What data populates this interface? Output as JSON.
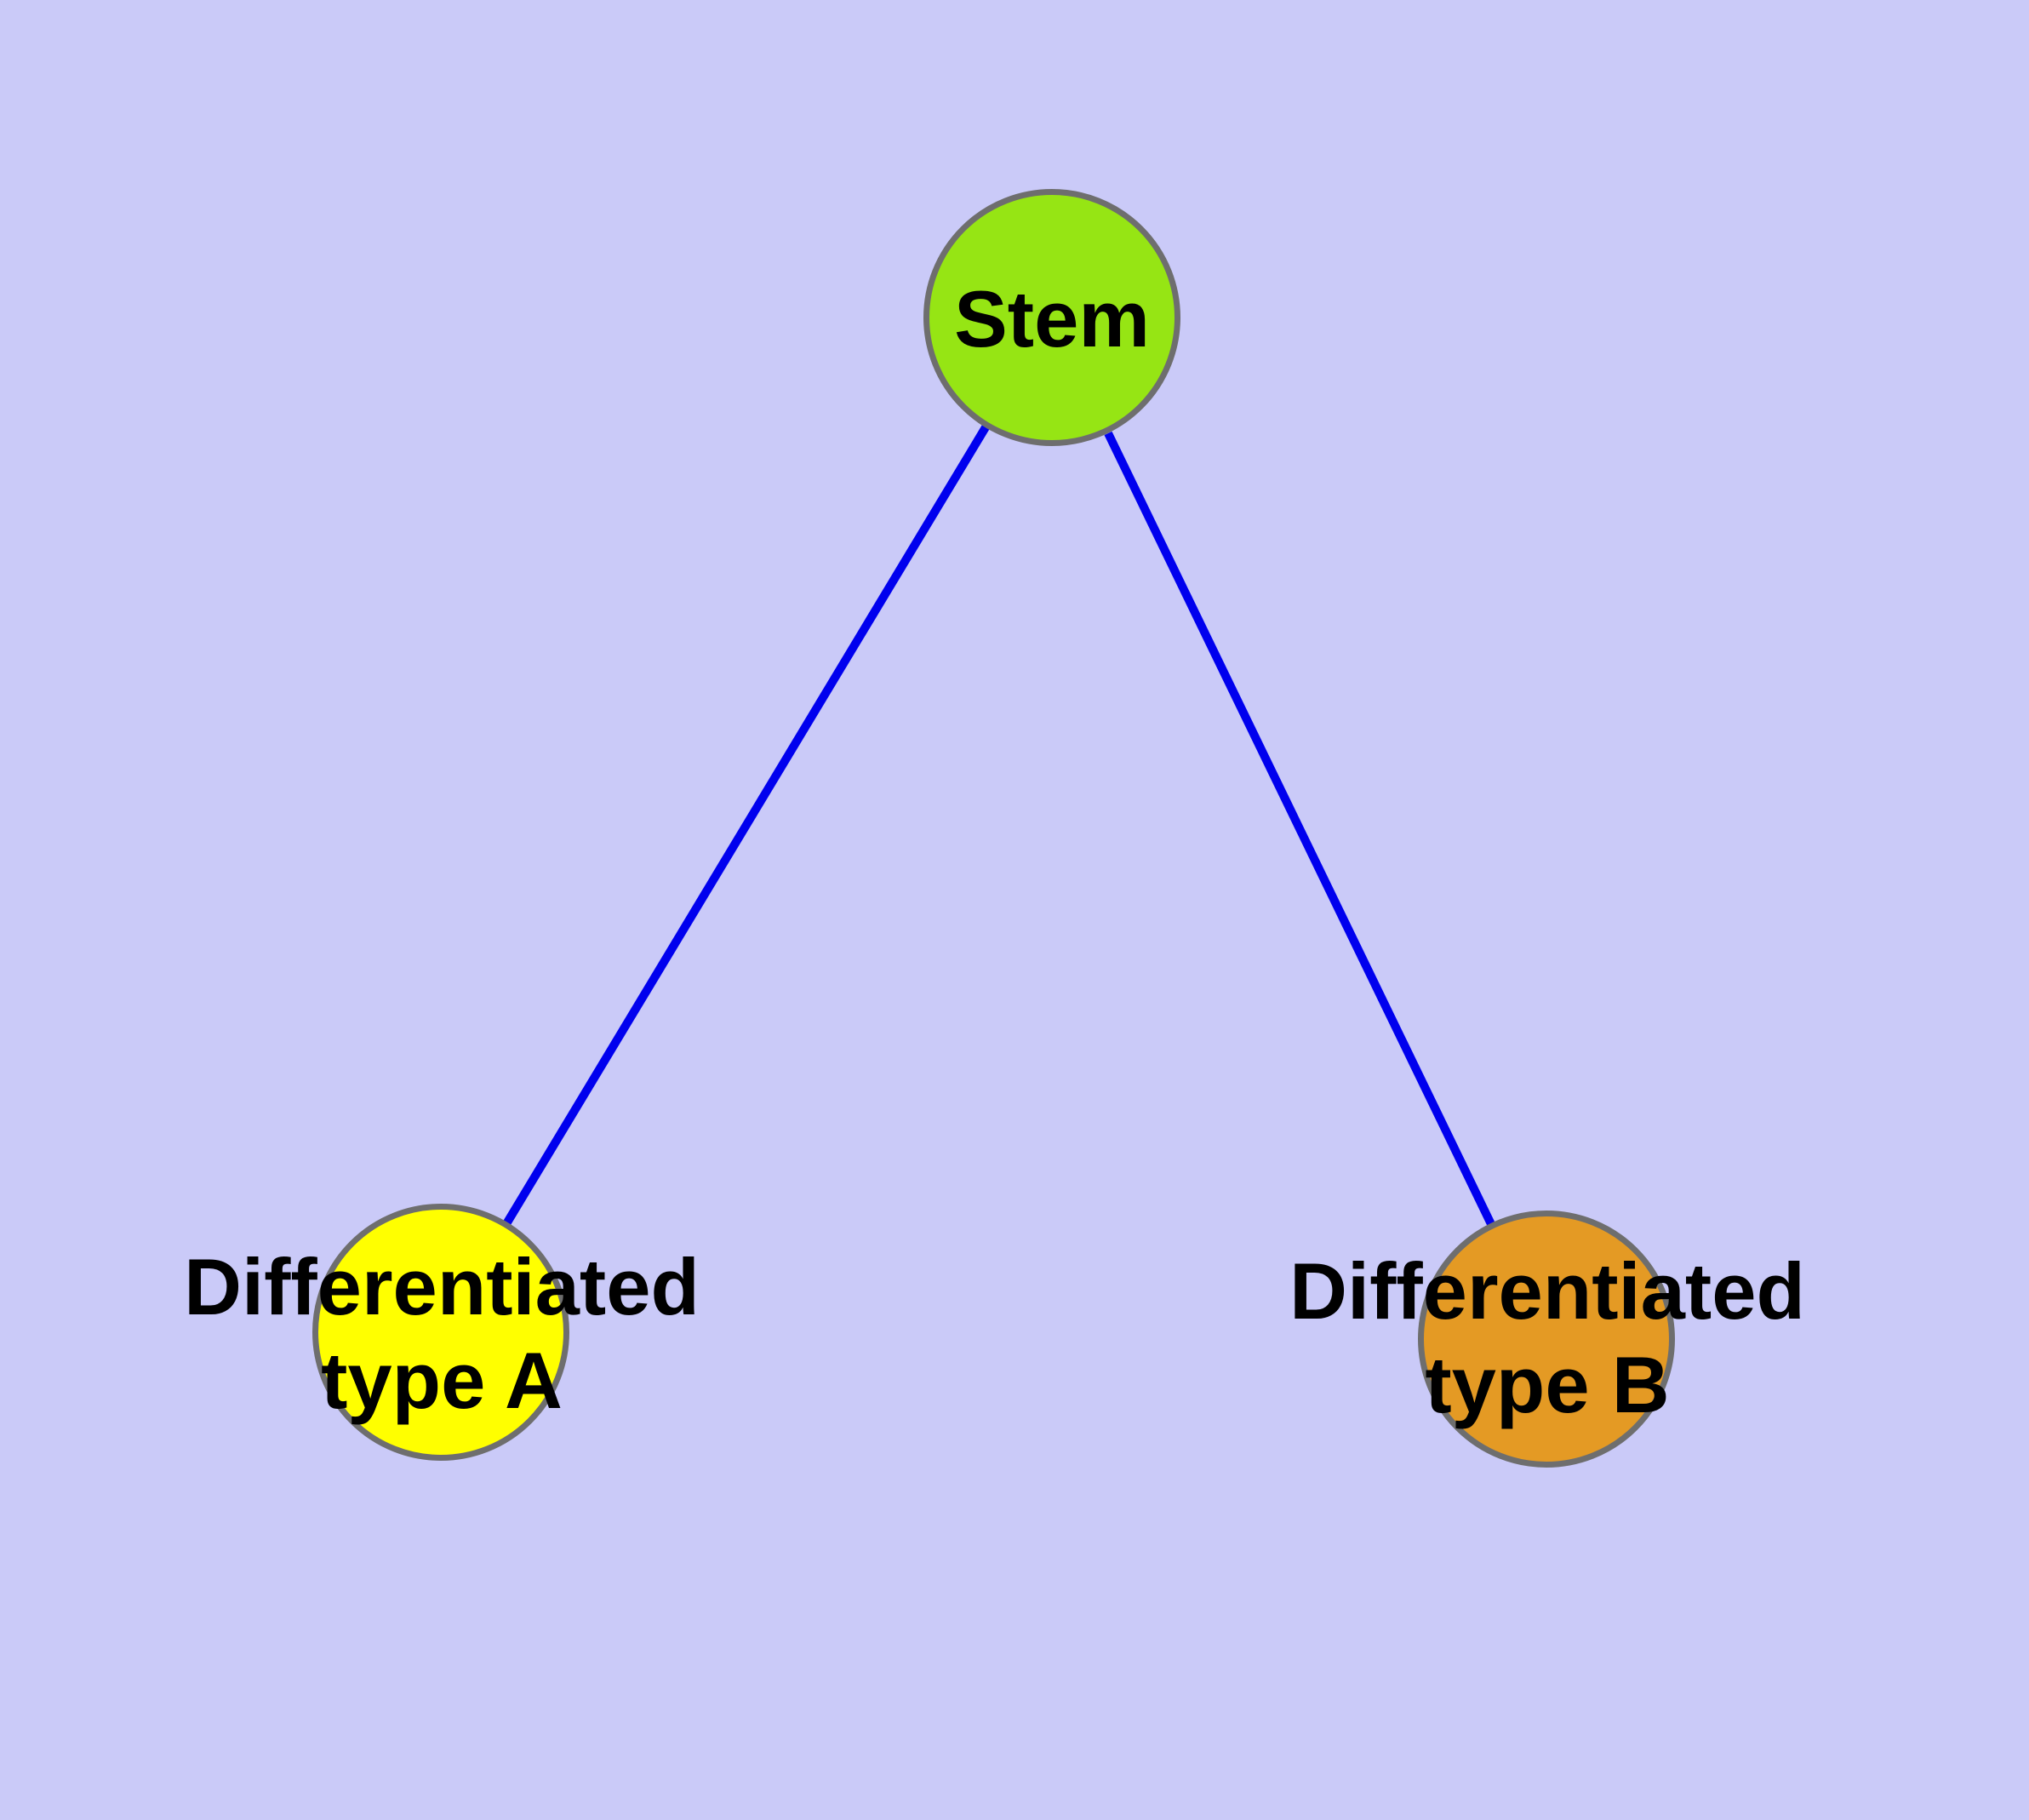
{
  "diagram": {
    "type": "node-link-graph",
    "colors": {
      "background": "#CACAF8",
      "edge": "#0000EE",
      "node_border": "#6E6E6E",
      "label": "#000000"
    },
    "nodes": [
      {
        "id": "stem",
        "label": "Stem",
        "fill": "#96E514"
      },
      {
        "id": "differentiated-type-a",
        "label_lines": [
          "Differentiated",
          "type A"
        ],
        "fill": "#FFFF00"
      },
      {
        "id": "differentiated-type-b",
        "label_lines": [
          "Differentiated",
          "type B"
        ],
        "fill": "#E49A24"
      }
    ],
    "edges": [
      {
        "from": "stem",
        "to": "differentiated-type-a"
      },
      {
        "from": "stem",
        "to": "differentiated-type-b"
      }
    ]
  }
}
